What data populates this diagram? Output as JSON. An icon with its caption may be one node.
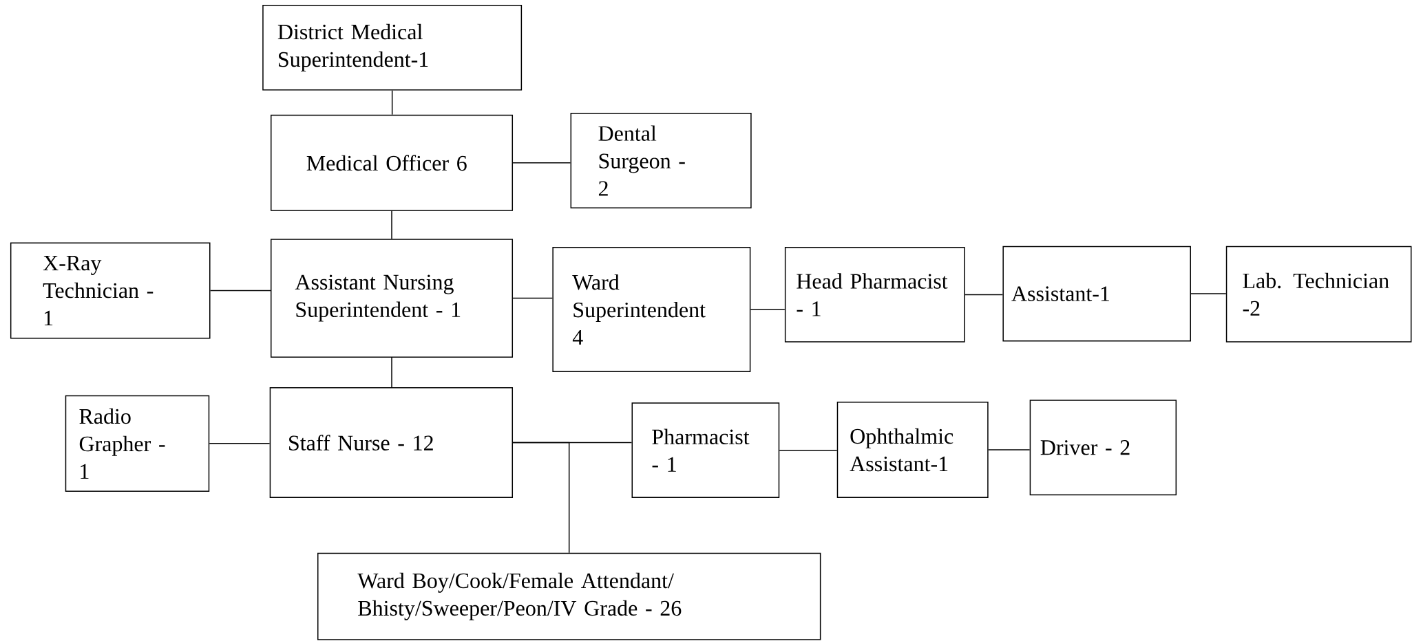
{
  "diagram": {
    "nodes": [
      {
        "text": [
          "District Medical Superintendent-1"
        ]
      },
      {
        "text": [
          "Medical Officer 6"
        ]
      },
      {
        "text": [
          "Dental Surgeon - 2"
        ]
      },
      {
        "text": [
          "X-Ray Technician - 1"
        ]
      },
      {
        "text": [
          "Assistant Nursing Superintendent - 1"
        ]
      },
      {
        "text": [
          "Ward Superintendent 4"
        ]
      },
      {
        "text": [
          "Head Pharmacist - 1"
        ]
      },
      {
        "text": [
          "Assistant-1"
        ]
      },
      {
        "text": [
          "Lab. Technician -2"
        ]
      },
      {
        "text": [
          "Radio Grapher -1"
        ]
      },
      {
        "text": [
          "Staff Nurse - 12"
        ]
      },
      {
        "text": [
          "Pharmacist - 1"
        ]
      },
      {
        "text": [
          "Ophthalmic Assistant-1"
        ]
      },
      {
        "text": [
          "Driver - 2"
        ]
      },
      {
        "text": [
          "Ward Boy/Cook/Female Attendant/ Bhisty/Sweeper/Peon/IV Grade - 26"
        ]
      }
    ],
    "edges": [
      {
        "from": 0,
        "to": 1,
        "arrow": "none"
      },
      {
        "from": 1,
        "to": 2,
        "arrow": "none"
      },
      {
        "from": 1,
        "to": 4,
        "arrow": "none"
      },
      {
        "from": 3,
        "to": 4,
        "arrow": "none"
      },
      {
        "from": 4,
        "to": 5,
        "arrow": "none"
      },
      {
        "from": 5,
        "to": 6,
        "arrow": "none"
      },
      {
        "from": 6,
        "to": 7,
        "arrow": "none"
      },
      {
        "from": 7,
        "to": 8,
        "arrow": "none"
      },
      {
        "from": 4,
        "to": 10,
        "arrow": "none"
      },
      {
        "from": 9,
        "to": 10,
        "arrow": "none"
      },
      {
        "from": 10,
        "to": 11,
        "arrow": "none"
      },
      {
        "from": 10,
        "to": 14,
        "arrow": "none"
      },
      {
        "from": 11,
        "to": 12,
        "arrow": "none"
      },
      {
        "from": 12,
        "to": 13,
        "arrow": "none"
      }
    ]
  }
}
